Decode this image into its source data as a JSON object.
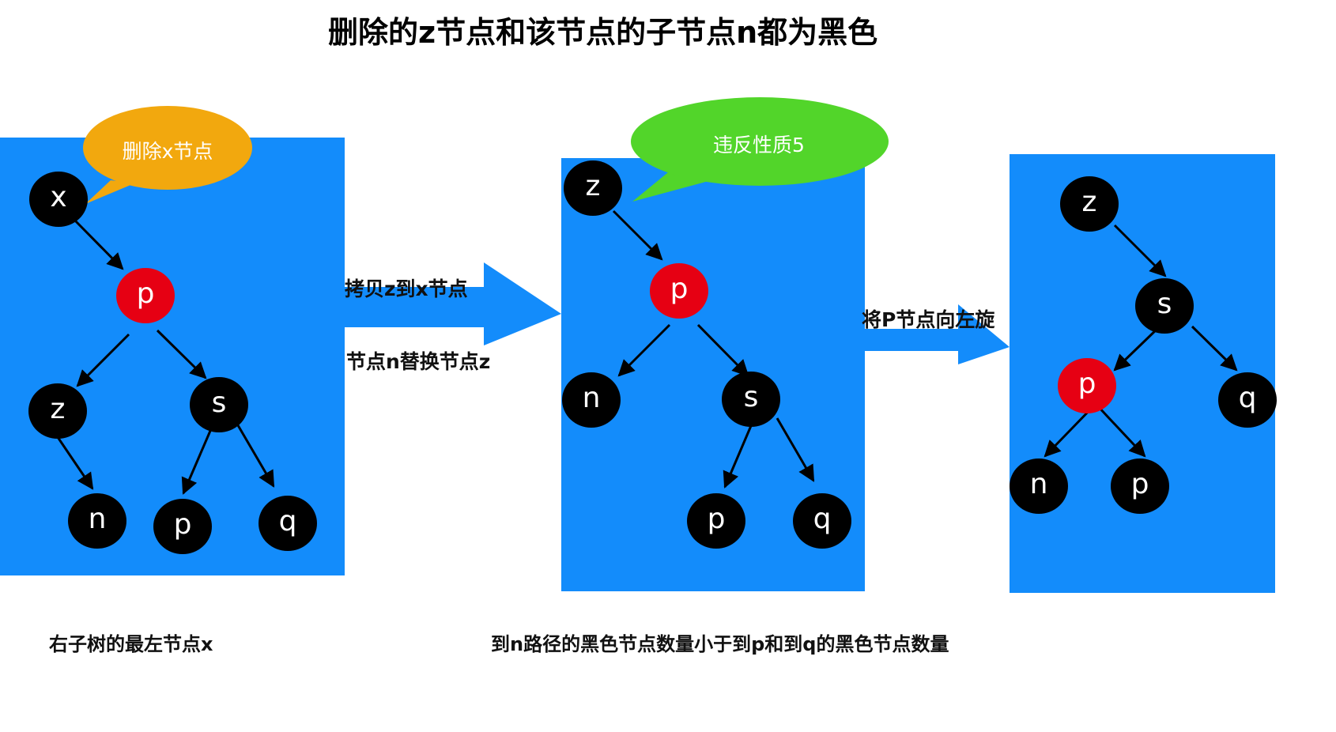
{
  "title": "删除的z节点和该节点的子节点n都为黑色",
  "colors": {
    "panel": "#138cfb",
    "black_node": "#000000",
    "red_node": "#e60013",
    "bubble_orange": "#f2a80e",
    "bubble_green": "#52d52a",
    "arrow_blue": "#138cfb"
  },
  "panel1": {
    "bubble": "删除x节点",
    "nodes": {
      "x": "x",
      "p": "p",
      "z": "z",
      "s": "s",
      "n": "n",
      "p2": "p",
      "q": "q"
    },
    "caption": "右子树的最左节点x"
  },
  "step1": {
    "label_top": "拷贝z到x节点",
    "label_bottom": "节点n替换节点z"
  },
  "panel2": {
    "bubble": "违反性质5",
    "nodes": {
      "z": "z",
      "p": "p",
      "n": "n",
      "s": "s",
      "p2": "p",
      "q": "q"
    },
    "caption": "到n路径的黑色节点数量小于到p和到q的黑色节点数量"
  },
  "step2": {
    "label": "将P节点向左旋"
  },
  "panel3": {
    "nodes": {
      "z": "z",
      "s": "s",
      "p": "p",
      "q": "q",
      "n": "n",
      "p2": "p"
    }
  }
}
